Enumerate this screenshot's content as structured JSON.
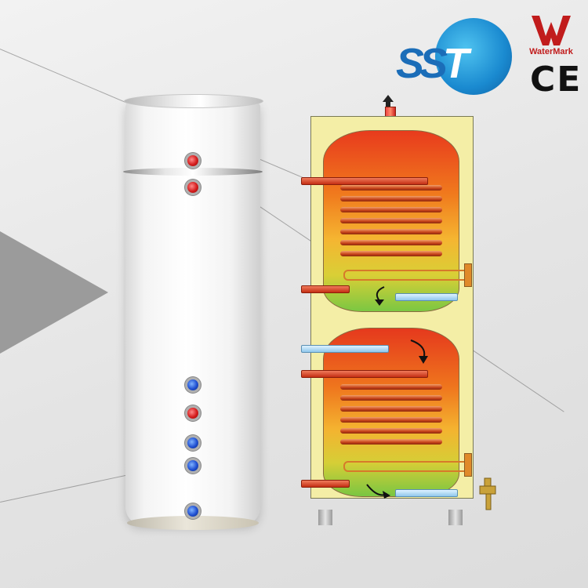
{
  "logos": {
    "brand": {
      "part1": "SS",
      "part2": "T"
    },
    "watermark": {
      "label": "WaterMark"
    },
    "certification": {
      "label": "CE"
    }
  },
  "product": {
    "photo": {
      "ports_top": [
        "red",
        "red"
      ],
      "ports_bottom": [
        "blue",
        "red",
        "blue",
        "blue",
        "blue"
      ]
    },
    "diagram": {
      "colors": {
        "hot": "#e83b1d",
        "warm": "#f5b531",
        "cool": "#7bc742",
        "casing": "#f4eea6",
        "coil": "#c7421a",
        "cold_pipe": "#8fc7ec"
      }
    }
  }
}
